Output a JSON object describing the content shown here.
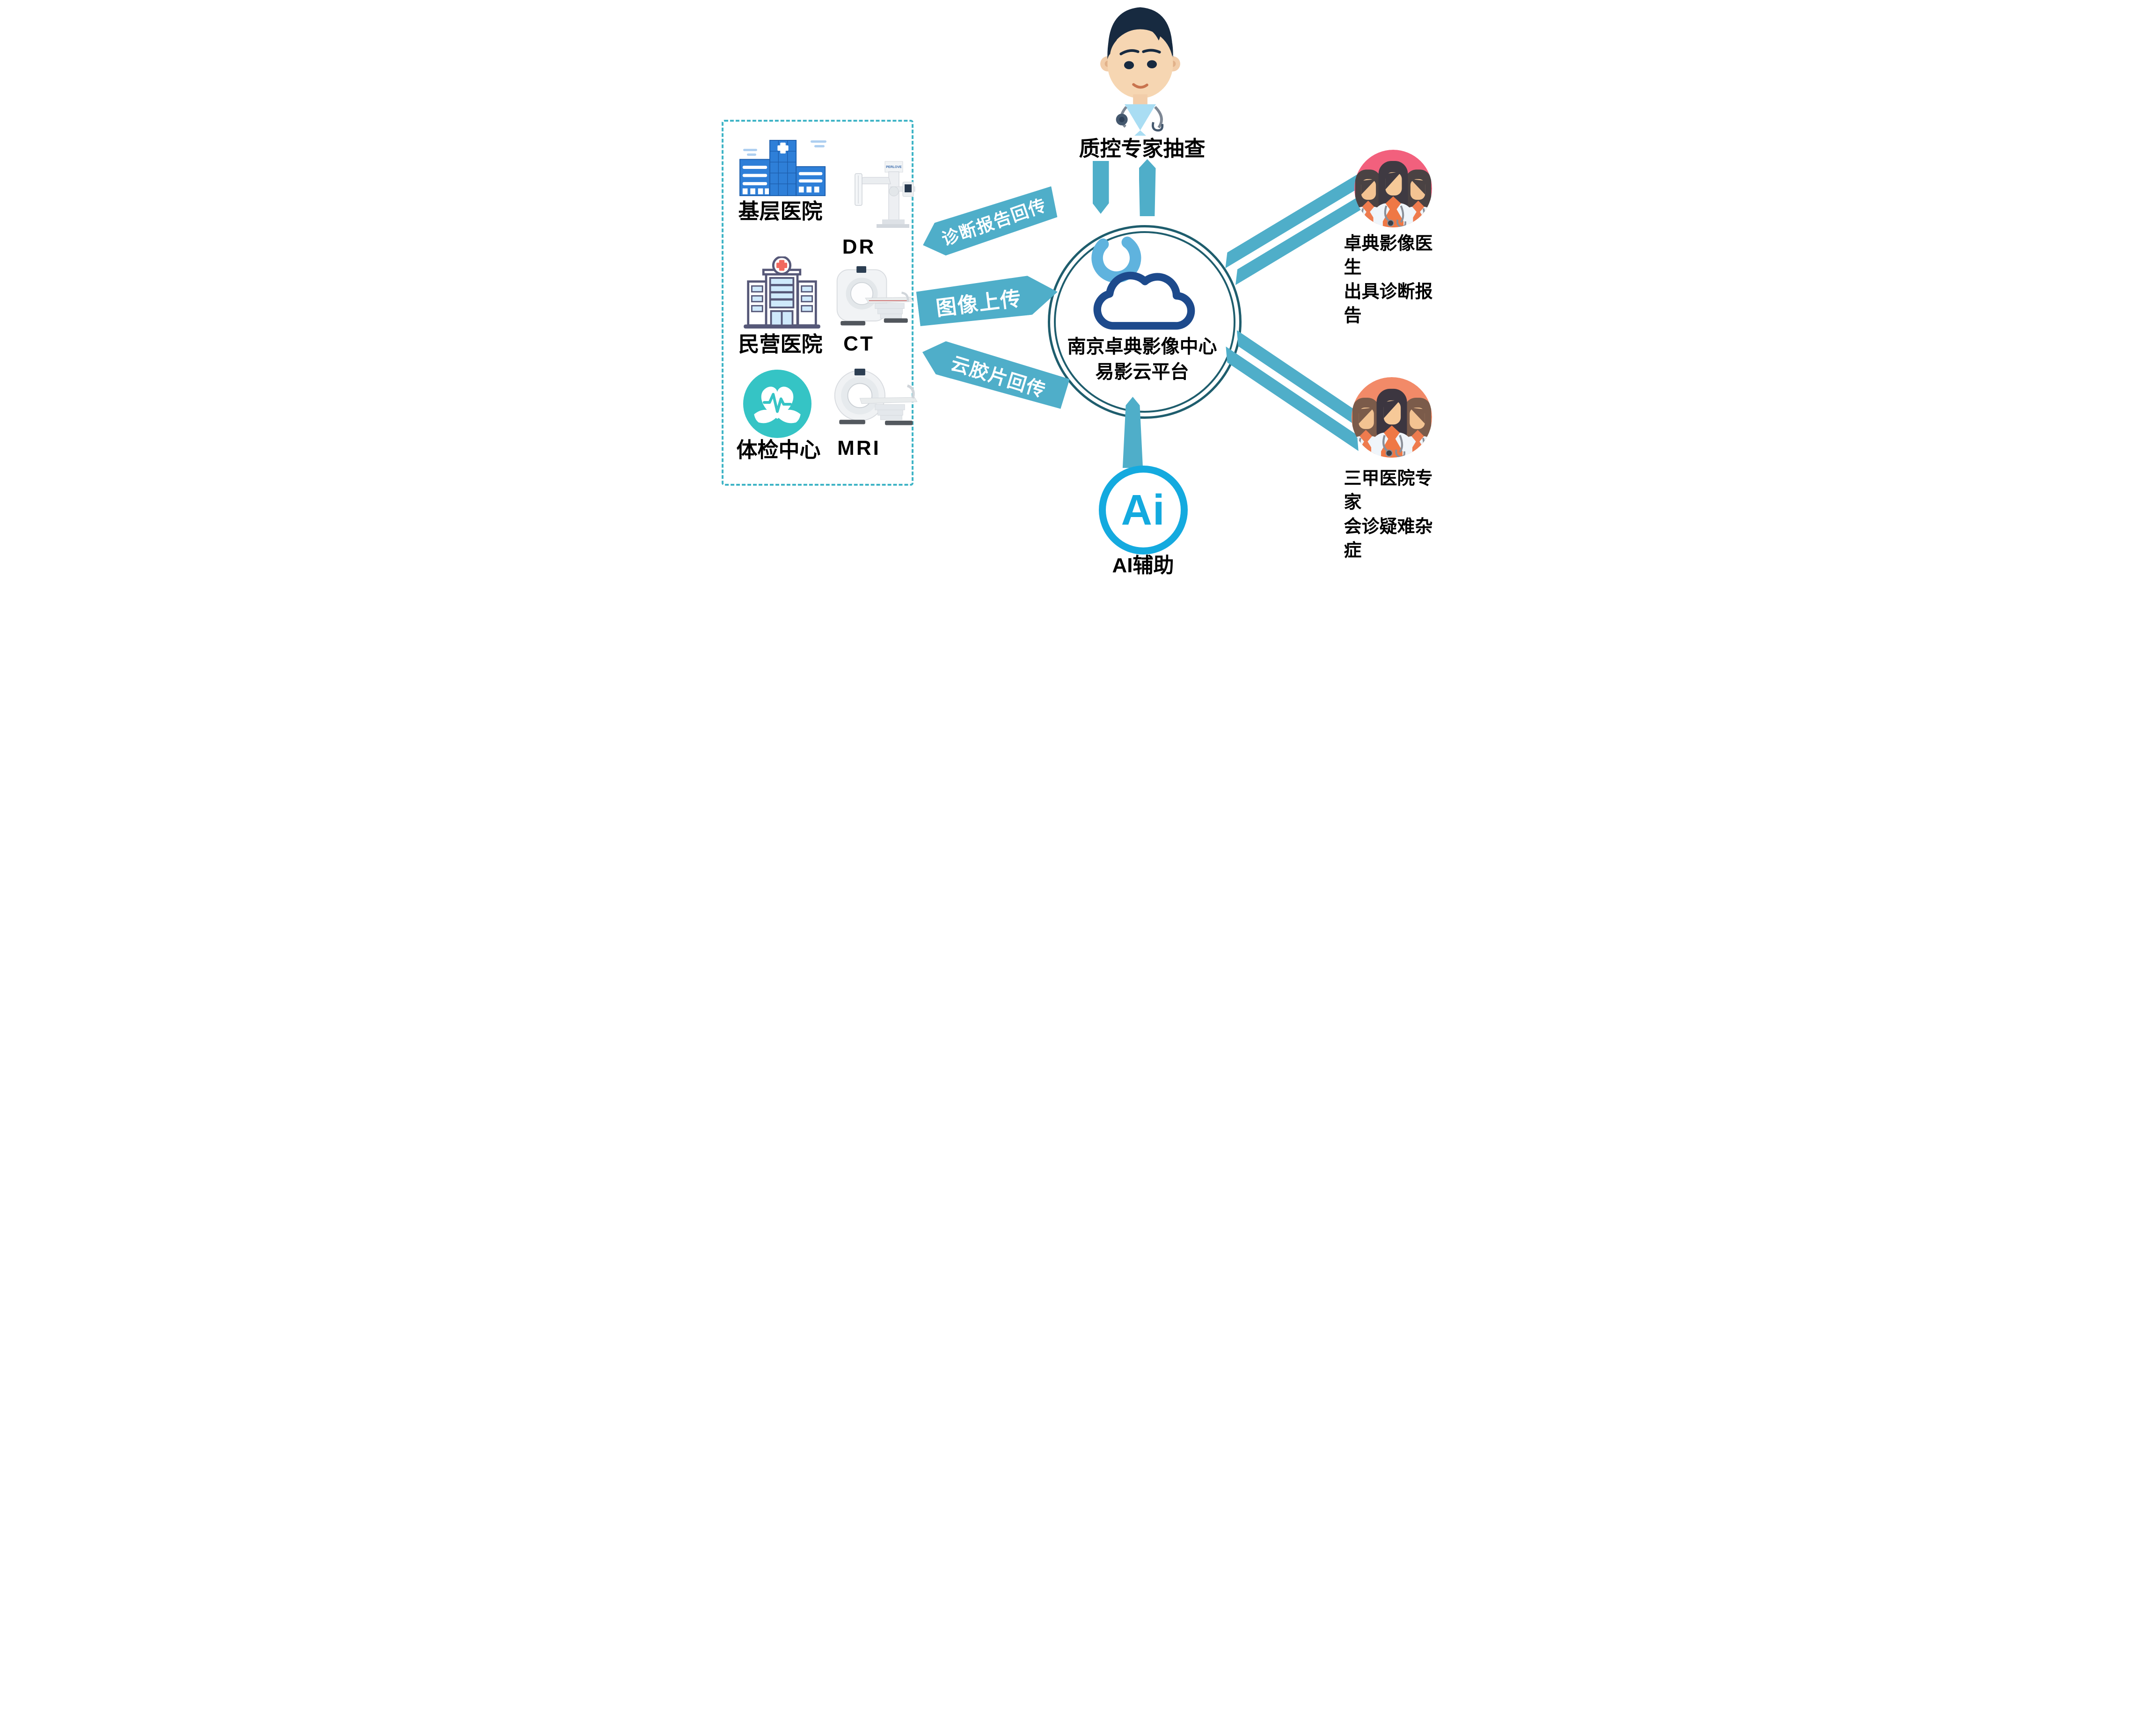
{
  "top_expert": {
    "label": "质控专家抽查"
  },
  "platform": {
    "name_line1": "南京卓典影像中心",
    "name_line2": "易影云平台"
  },
  "left_panel": {
    "facilities": [
      {
        "name": "基层医院",
        "device": "DR"
      },
      {
        "name": "民营医院",
        "device": "CT"
      },
      {
        "name": "体检中心",
        "device": "MRI"
      }
    ],
    "dr_brand": "PERLOVE"
  },
  "flows": {
    "report_back": "诊断报告回传",
    "image_upload": "图像上传",
    "cloud_film_back": "云胶片回传"
  },
  "right_top_group": {
    "line1": "卓典影像医生",
    "line2": "出具诊断报告"
  },
  "right_bottom_group": {
    "line1": "三甲医院专家",
    "line2": "会诊疑难杂症"
  },
  "ai": {
    "badge": "Ai",
    "label": "AI辅助"
  },
  "colors": {
    "arrow_teal": "#4FAEC9",
    "border_teal": "#3FB4C6",
    "ring_dark_teal": "#1E5D6D",
    "cloud_light_blue": "#5FB3DE",
    "cloud_navy": "#1D4A8C",
    "ai_blue": "#14AADF",
    "group_pink": "#F2607D",
    "group_orange": "#F28A68",
    "hospital_blue": "#2E7FD8",
    "hospital_outline": "#565878",
    "checkup_teal": "#35C4C5"
  }
}
